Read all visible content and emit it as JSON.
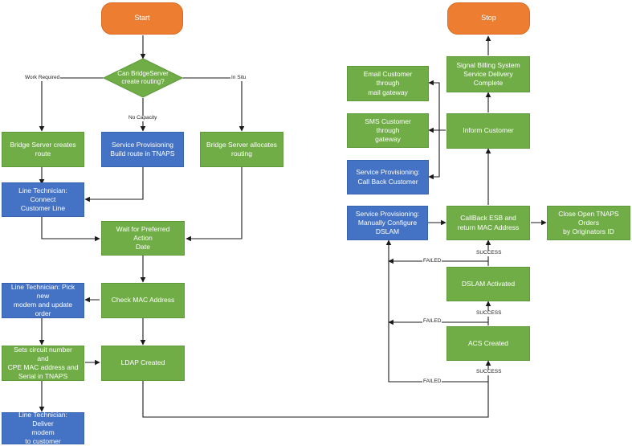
{
  "colors": {
    "process": "#70ad47",
    "manual": "#4472c4",
    "terminal": "#ed7d31",
    "connector": "#1a1a1a"
  },
  "nodes": {
    "start": "Start",
    "stop": "Stop",
    "decision": "Can BridgeServer\ncreate routing?",
    "bridge_creates_route": "Bridge Server creates\nroute",
    "sp_build_route": "Service Provisioning\nBuild route in TNAPS",
    "bridge_allocates_routing": "Bridge Server allocates\nrouting",
    "lt_connect_line": "Line Technician: Connect\nCustomer Line",
    "wait_preferred_date": "Wait for Preferred Action\nDate",
    "lt_pick_modem": "Line Technician: Pick new\nmodem and update order",
    "check_mac": "Check MAC Address",
    "sets_circuit": "Sets circuit number and\nCPE MAC address and\nSerial in TNAPS",
    "ldap_created": "LDAP Created",
    "lt_deliver_modem": "Line Technician: Deliver\nmodem\nto customer",
    "signal_billing": "Signal Billing System\nService Delivery Complete",
    "email_customer": "Email Customer through\nmail gateway",
    "sms_customer": "SMS Customer through\ngateway",
    "inform_customer": "Inform Customer",
    "sp_callback_customer": "Service Provisioning:\nCall Back Customer",
    "sp_manual_dslam": "Service Provisioning:\nManually Configure\nDSLAM",
    "callback_esb": "CallBack ESB and\nreturn MAC Address",
    "close_orders": "Close Open TNAPS Orders\nby Originators ID",
    "dslam_activated": "DSLAM Activated",
    "acs_created": "ACS Created"
  },
  "edge_labels": {
    "work_required": "Work Required",
    "no_capacity": "No Capacity",
    "in_situ": "In Situ",
    "success_1": "SUCCESS",
    "success_2": "SUCCESS",
    "success_3": "SUCCESS",
    "failed_1": "FAILED",
    "failed_2": "FAILED",
    "failed_3": "FAILED"
  }
}
